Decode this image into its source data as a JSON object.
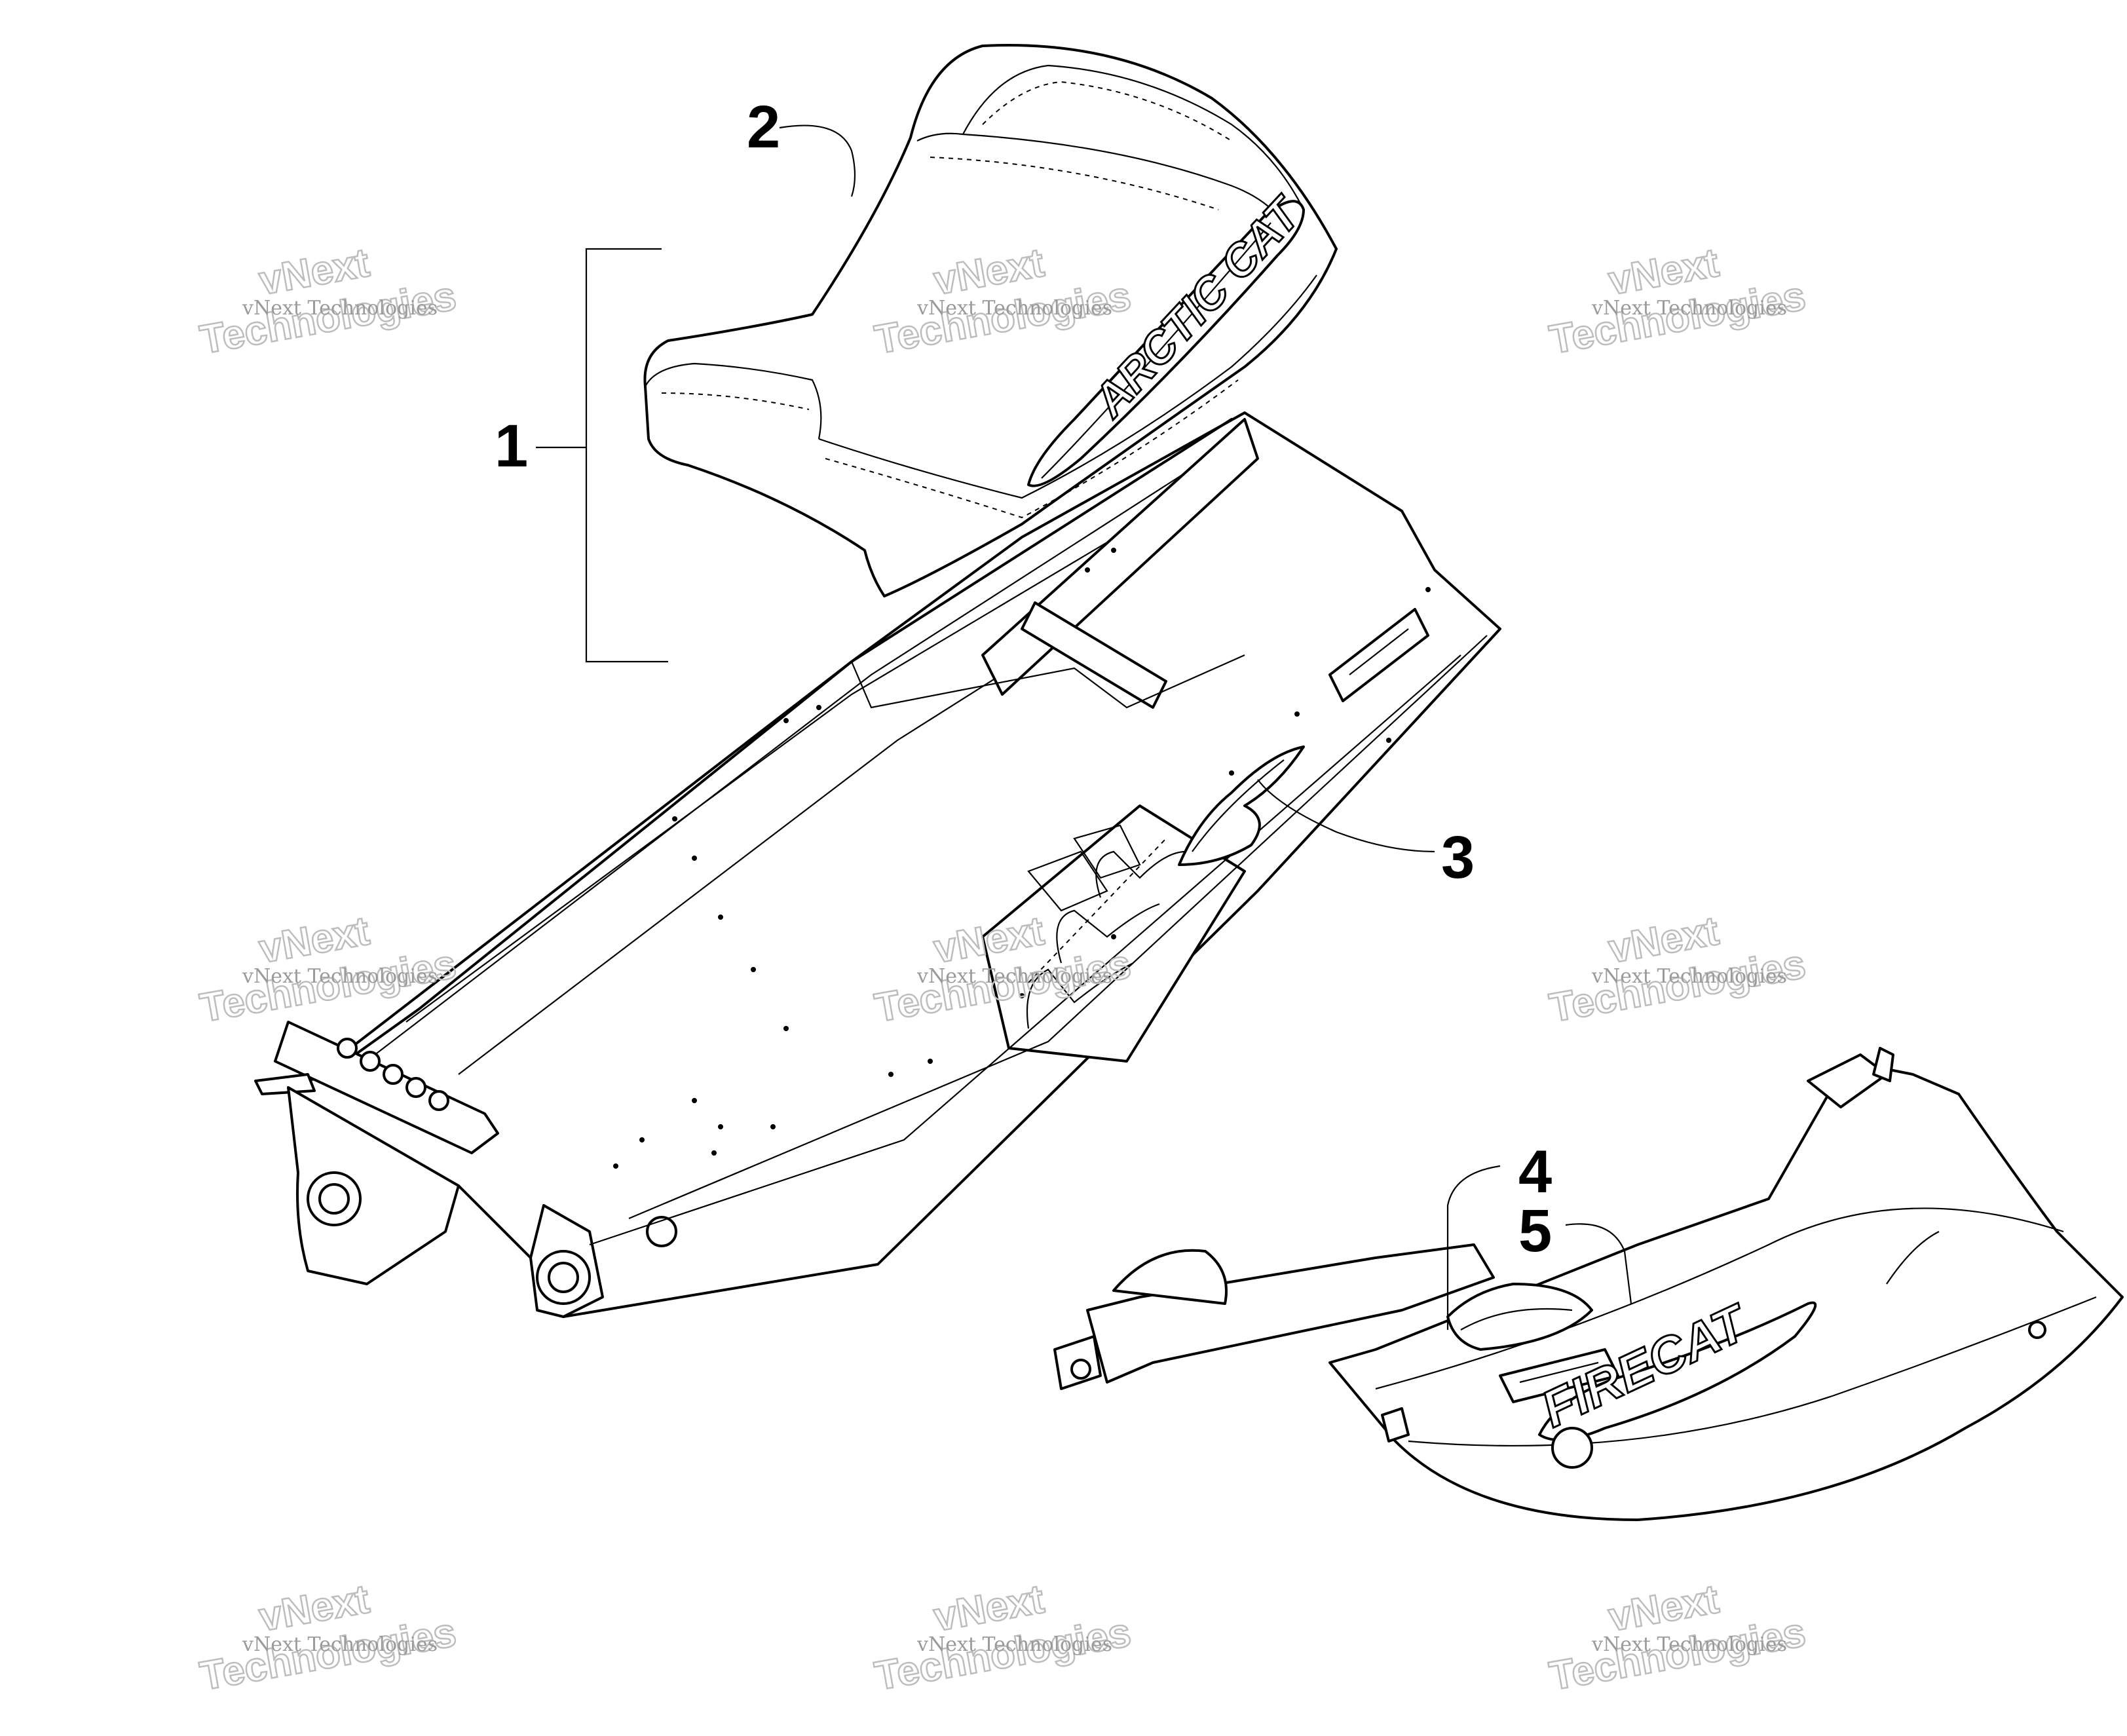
{
  "callouts": [
    {
      "id": "1",
      "label": "1"
    },
    {
      "id": "2",
      "label": "2"
    },
    {
      "id": "3",
      "label": "3"
    },
    {
      "id": "4",
      "label": "4"
    },
    {
      "id": "5",
      "label": "5"
    }
  ],
  "logos": {
    "seat": "ARCTIC CAT",
    "hood": "FIRECAT"
  },
  "watermark": {
    "line_small": "vNext Technologies",
    "line_big_1": "vNext",
    "line_big_2": "Technologies"
  }
}
